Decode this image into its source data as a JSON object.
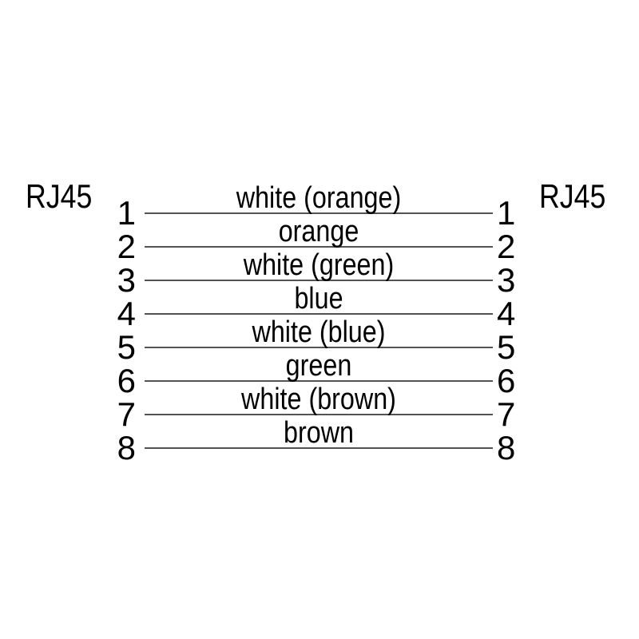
{
  "diagram": {
    "type": "rj45-straight-through-pinout",
    "connector_left": {
      "title": "RJ45"
    },
    "connector_right": {
      "title": "RJ45"
    },
    "pins": [
      {
        "number": "1",
        "label": "white (orange)"
      },
      {
        "number": "2",
        "label": "orange"
      },
      {
        "number": "3",
        "label": "white (green)"
      },
      {
        "number": "4",
        "label": "blue"
      },
      {
        "number": "5",
        "label": "white (blue)"
      },
      {
        "number": "6",
        "label": "green"
      },
      {
        "number": "7",
        "label": "white (brown)"
      },
      {
        "number": "8",
        "label": "brown"
      }
    ],
    "colors": {
      "background": "#ffffff",
      "line": "#535353",
      "text": "#000000"
    }
  }
}
